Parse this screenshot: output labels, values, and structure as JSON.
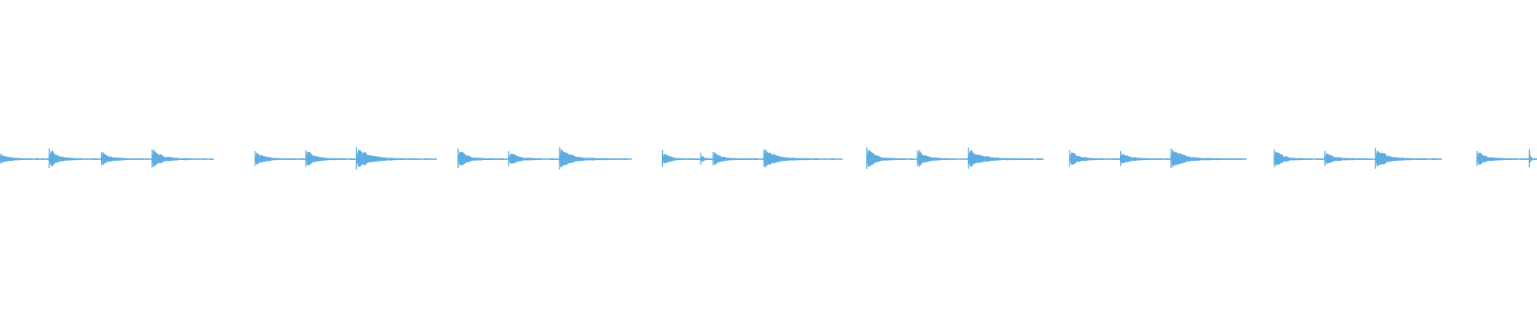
{
  "waveform": {
    "color": "#5dade2",
    "background": "#ffffff",
    "hits": [
      {
        "t": 0.0,
        "amp": 0.35
      },
      {
        "t": 0.032,
        "amp": 0.65
      },
      {
        "t": 0.066,
        "amp": 0.45
      },
      {
        "t": 0.099,
        "amp": 0.6
      },
      {
        "t": 0.166,
        "amp": 0.5
      },
      {
        "t": 0.199,
        "amp": 0.55
      },
      {
        "t": 0.232,
        "amp": 0.75
      },
      {
        "t": 0.298,
        "amp": 0.65
      },
      {
        "t": 0.331,
        "amp": 0.5
      },
      {
        "t": 0.364,
        "amp": 0.75
      },
      {
        "t": 0.431,
        "amp": 0.55
      },
      {
        "t": 0.456,
        "amp": 0.4
      },
      {
        "t": 0.464,
        "amp": 0.45
      },
      {
        "t": 0.497,
        "amp": 0.6
      },
      {
        "t": 0.564,
        "amp": 0.7
      },
      {
        "t": 0.597,
        "amp": 0.55
      },
      {
        "t": 0.63,
        "amp": 0.7
      },
      {
        "t": 0.696,
        "amp": 0.55
      },
      {
        "t": 0.729,
        "amp": 0.5
      },
      {
        "t": 0.762,
        "amp": 0.65
      },
      {
        "t": 0.829,
        "amp": 0.6
      },
      {
        "t": 0.862,
        "amp": 0.5
      },
      {
        "t": 0.895,
        "amp": 0.7
      },
      {
        "t": 0.961,
        "amp": 0.5
      },
      {
        "t": 0.995,
        "amp": 0.6
      }
    ],
    "segment_ends": [
      0.139,
      0.284,
      0.411,
      0.548,
      0.679,
      0.811,
      0.938,
      1.0
    ],
    "dot_markers": [
      0.285,
      0.413,
      0.547,
      0.678,
      0.811
    ]
  }
}
